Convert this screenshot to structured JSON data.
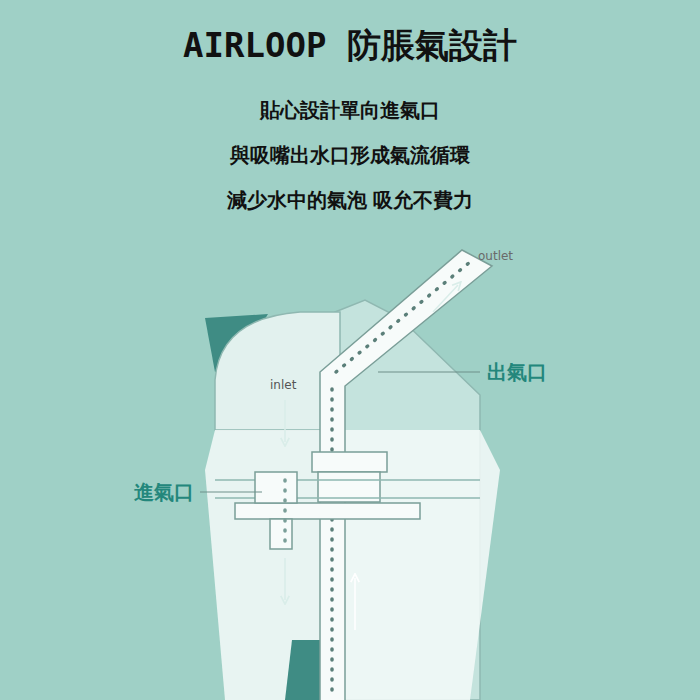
{
  "diagram": {
    "title": "AIRLOOP 防脹氣設計",
    "labels": [
      "貼心設計單向進氣口",
      "與吸嘴出水口形成氣流循環",
      "減少水中的氣泡 吸允不費力",
      "outlet",
      "inlet",
      "出氣口",
      "進氣口"
    ]
  }
}
